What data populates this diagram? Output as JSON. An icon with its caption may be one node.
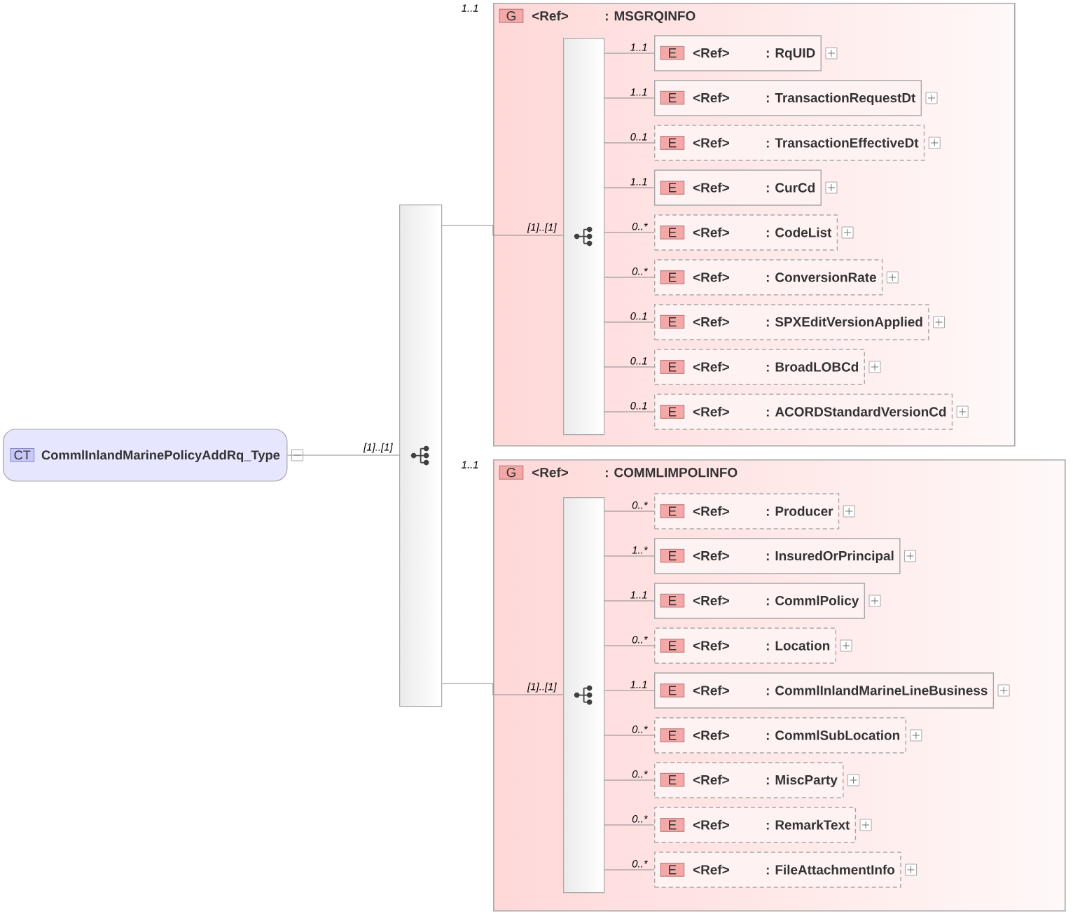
{
  "diagram": {
    "nodes": [
      {
        "text": [
          "CT",
          "CommlInlandMarinePolicyAddRq_Type"
        ]
      },
      {
        "text": [],
        "shape": "bar"
      },
      {
        "text": [
          "G",
          "<Ref>",
          ": MSGRQINFO"
        ],
        "beside": [
          "1..1"
        ]
      },
      {
        "text": [],
        "shape": "bar",
        "in": 2
      },
      {
        "text": [
          "E",
          "<Ref>",
          ": RqUID"
        ],
        "in": 2
      },
      {
        "text": [
          "E",
          "<Ref>",
          ": TransactionRequestDt"
        ],
        "in": 2
      },
      {
        "text": [
          "E",
          "<Ref>",
          ": TransactionEffectiveDt"
        ],
        "in": 2
      },
      {
        "text": [
          "E",
          "<Ref>",
          ": CurCd"
        ],
        "in": 2
      },
      {
        "text": [
          "E",
          "<Ref>",
          ": CodeList"
        ],
        "in": 2
      },
      {
        "text": [
          "E",
          "<Ref>",
          ": ConversionRate"
        ],
        "in": 2
      },
      {
        "text": [
          "E",
          "<Ref>",
          ": SPXEditVersionApplied"
        ],
        "in": 2
      },
      {
        "text": [
          "E",
          "<Ref>",
          ": BroadLOBCd"
        ],
        "in": 2
      },
      {
        "text": [
          "E",
          "<Ref>",
          ": ACORDStandardVersionCd"
        ],
        "in": 2
      },
      {
        "text": [
          "G",
          "<Ref>",
          ": COMMLIMPOLINFO"
        ],
        "beside": [
          "1..1"
        ]
      },
      {
        "text": [],
        "shape": "bar",
        "in": 13
      },
      {
        "text": [
          "E",
          "<Ref>",
          ": Producer"
        ],
        "in": 13
      },
      {
        "text": [
          "E",
          "<Ref>",
          ": InsuredOrPrincipal"
        ],
        "in": 13
      },
      {
        "text": [
          "E",
          "<Ref>",
          ": CommlPolicy"
        ],
        "in": 13
      },
      {
        "text": [
          "E",
          "<Ref>",
          ": Location"
        ],
        "in": 13
      },
      {
        "text": [
          "E",
          "<Ref>",
          ": CommlInlandMarineLineBusiness"
        ],
        "in": 13
      },
      {
        "text": [
          "E",
          "<Ref>",
          ": CommlSubLocation"
        ],
        "in": 13
      },
      {
        "text": [
          "E",
          "<Ref>",
          ": MiscParty"
        ],
        "in": 13
      },
      {
        "text": [
          "E",
          "<Ref>",
          ": RemarkText"
        ],
        "in": 13
      },
      {
        "text": [
          "E",
          "<Ref>",
          ": FileAttachmentInfo"
        ],
        "in": 13
      }
    ],
    "edges": [
      {
        "from": 0,
        "to": 1,
        "arrow": "none",
        "label": "[1]..[1]"
      },
      {
        "from": 1,
        "to": 3,
        "arrow": "none",
        "label": "[1]..[1]"
      },
      {
        "from": 1,
        "to": 14,
        "arrow": "none",
        "label": "[1]..[1]"
      },
      {
        "from": 3,
        "to": 4,
        "arrow": "none",
        "label": "1..1"
      },
      {
        "from": 3,
        "to": 5,
        "arrow": "none",
        "label": "1..1"
      },
      {
        "from": 3,
        "to": 6,
        "arrow": "none",
        "label": "0..1"
      },
      {
        "from": 3,
        "to": 7,
        "arrow": "none",
        "label": "1..1"
      },
      {
        "from": 3,
        "to": 8,
        "arrow": "none",
        "label": "0..*"
      },
      {
        "from": 3,
        "to": 9,
        "arrow": "none",
        "label": "0..*"
      },
      {
        "from": 3,
        "to": 10,
        "arrow": "none",
        "label": "0..1"
      },
      {
        "from": 3,
        "to": 11,
        "arrow": "none",
        "label": "0..1"
      },
      {
        "from": 3,
        "to": 12,
        "arrow": "none",
        "label": "0..1"
      },
      {
        "from": 14,
        "to": 15,
        "arrow": "none",
        "label": "0..*"
      },
      {
        "from": 14,
        "to": 16,
        "arrow": "none",
        "label": "1..*"
      },
      {
        "from": 14,
        "to": 17,
        "arrow": "none",
        "label": "1..1"
      },
      {
        "from": 14,
        "to": 18,
        "arrow": "none",
        "label": "0..*"
      },
      {
        "from": 14,
        "to": 19,
        "arrow": "none",
        "label": "1..1"
      },
      {
        "from": 14,
        "to": 20,
        "arrow": "none",
        "label": "0..*"
      },
      {
        "from": 14,
        "to": 21,
        "arrow": "none",
        "label": "0..*"
      },
      {
        "from": 14,
        "to": 22,
        "arrow": "none",
        "label": "0..*"
      },
      {
        "from": 14,
        "to": 23,
        "arrow": "none",
        "label": "0..*"
      }
    ]
  }
}
